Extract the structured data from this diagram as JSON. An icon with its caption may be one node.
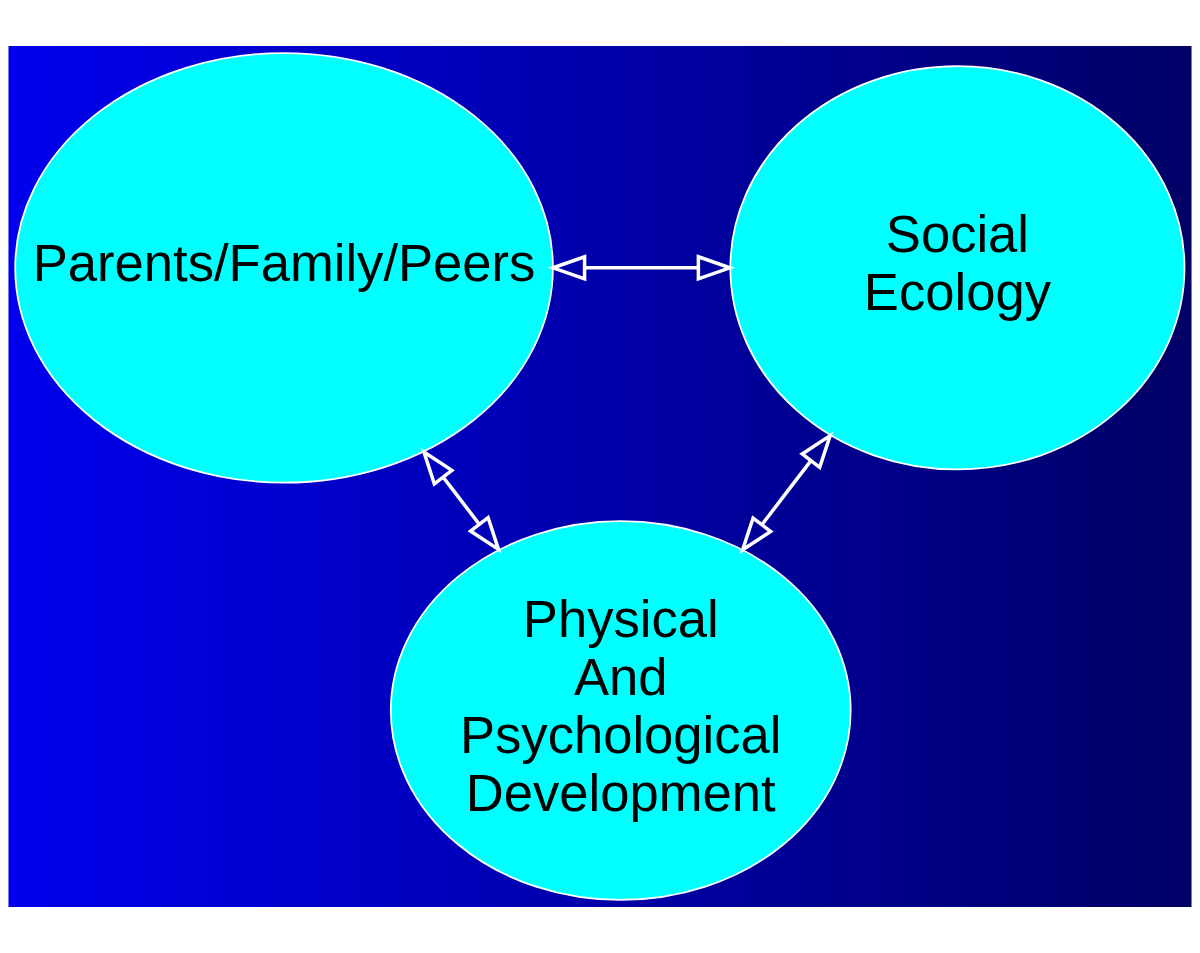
{
  "diagram": {
    "nodes": [
      {
        "text": [
          "Parents/Family/Peers"
        ]
      },
      {
        "text": [
          "Social Ecology"
        ]
      },
      {
        "text": [
          "Physical And Psychological Development"
        ]
      }
    ],
    "edges": [
      {
        "from": 0,
        "to": 1,
        "arrow": "both"
      },
      {
        "from": 0,
        "to": 2,
        "arrow": "both"
      },
      {
        "from": 2,
        "to": 1,
        "arrow": "both"
      }
    ]
  }
}
